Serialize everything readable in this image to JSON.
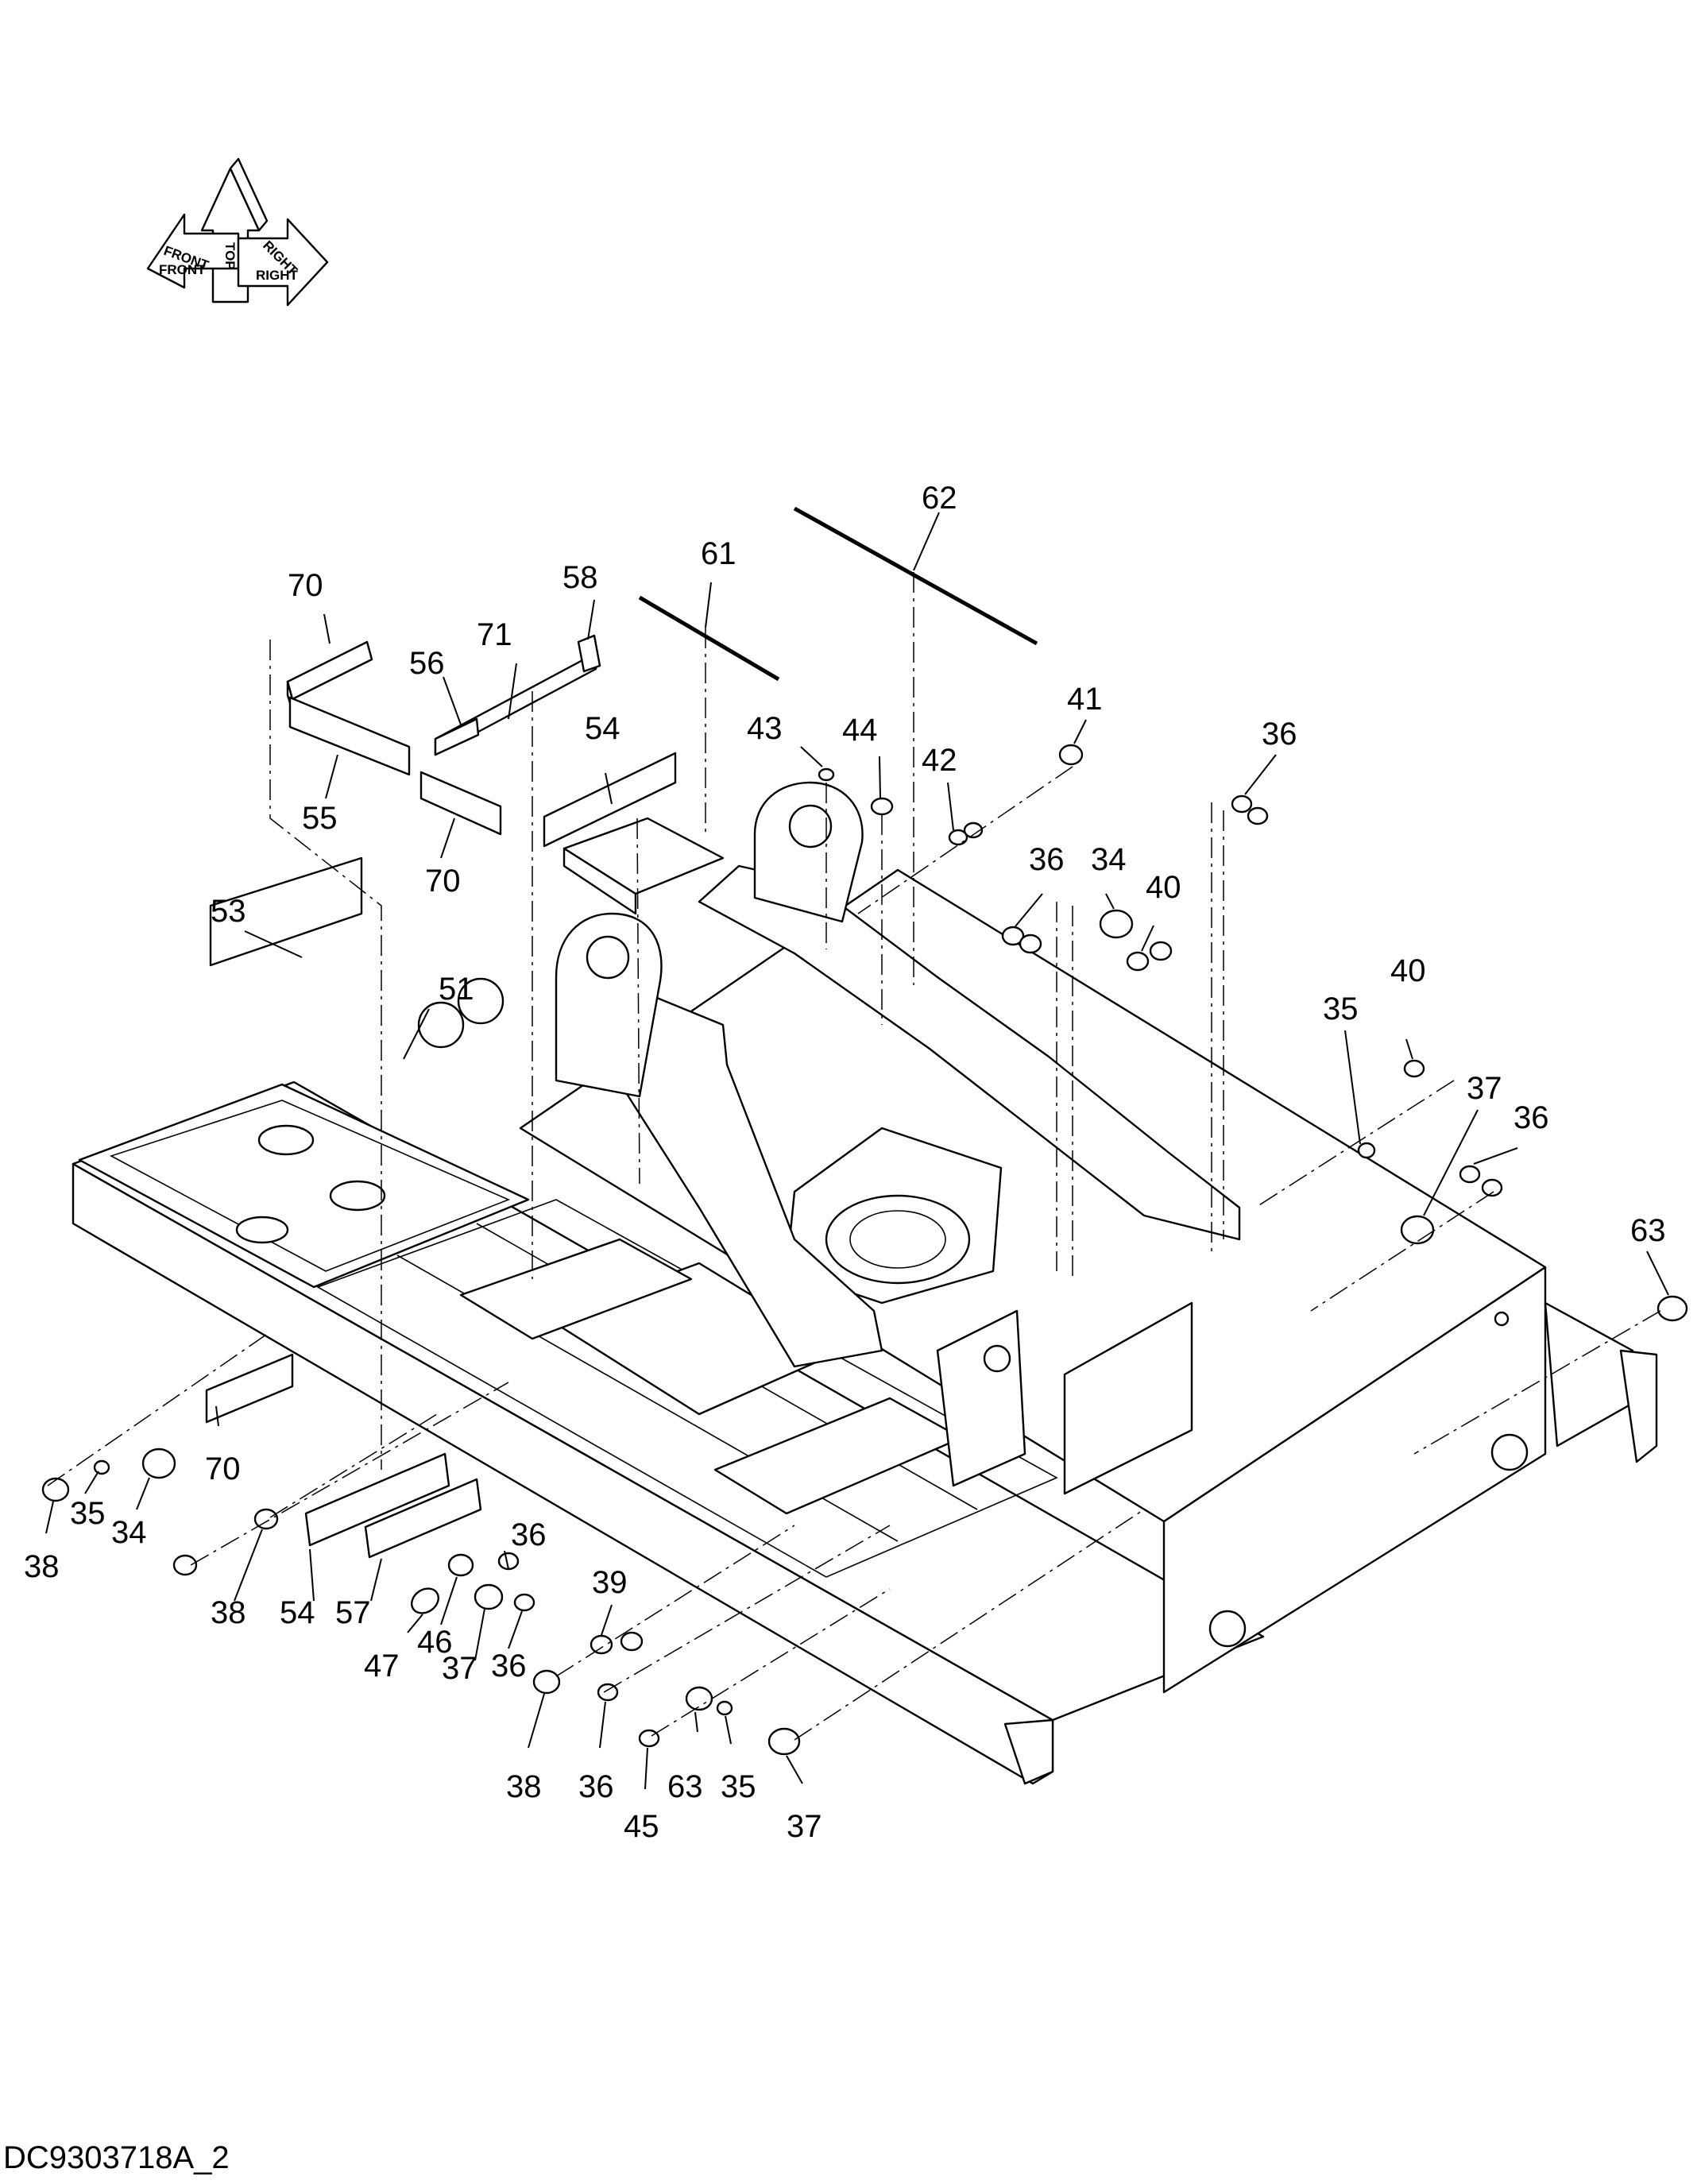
{
  "drawing_code": "DC9303718A_2",
  "orientation": {
    "icon": "direction-arrows-icon",
    "top": "TOP",
    "front": "FRONT",
    "right": "RIGHT"
  },
  "callouts": [
    {
      "id": "c-62",
      "label": "62"
    },
    {
      "id": "c-61",
      "label": "61"
    },
    {
      "id": "c-70a",
      "label": "70"
    },
    {
      "id": "c-58",
      "label": "58"
    },
    {
      "id": "c-71",
      "label": "71"
    },
    {
      "id": "c-56",
      "label": "56"
    },
    {
      "id": "c-55",
      "label": "55"
    },
    {
      "id": "c-70b",
      "label": "70"
    },
    {
      "id": "c-54a",
      "label": "54"
    },
    {
      "id": "c-43",
      "label": "43"
    },
    {
      "id": "c-44",
      "label": "44"
    },
    {
      "id": "c-42",
      "label": "42"
    },
    {
      "id": "c-41",
      "label": "41"
    },
    {
      "id": "c-36a",
      "label": "36"
    },
    {
      "id": "c-36b",
      "label": "36"
    },
    {
      "id": "c-34a",
      "label": "34"
    },
    {
      "id": "c-40a",
      "label": "40"
    },
    {
      "id": "c-53",
      "label": "53"
    },
    {
      "id": "c-51",
      "label": "51"
    },
    {
      "id": "c-40b",
      "label": "40"
    },
    {
      "id": "c-35a",
      "label": "35"
    },
    {
      "id": "c-37a",
      "label": "37"
    },
    {
      "id": "c-36c",
      "label": "36"
    },
    {
      "id": "c-63a",
      "label": "63"
    },
    {
      "id": "c-70c",
      "label": "70"
    },
    {
      "id": "c-34b",
      "label": "34"
    },
    {
      "id": "c-35b",
      "label": "35"
    },
    {
      "id": "c-38a",
      "label": "38"
    },
    {
      "id": "c-38b",
      "label": "38"
    },
    {
      "id": "c-54b",
      "label": "54"
    },
    {
      "id": "c-57",
      "label": "57"
    },
    {
      "id": "c-47",
      "label": "47"
    },
    {
      "id": "c-46",
      "label": "46"
    },
    {
      "id": "c-36d",
      "label": "36"
    },
    {
      "id": "c-37b",
      "label": "37"
    },
    {
      "id": "c-36e",
      "label": "36"
    },
    {
      "id": "c-39",
      "label": "39"
    },
    {
      "id": "c-38c",
      "label": "38"
    },
    {
      "id": "c-36f",
      "label": "36"
    },
    {
      "id": "c-63b",
      "label": "63"
    },
    {
      "id": "c-35c",
      "label": "35"
    },
    {
      "id": "c-45",
      "label": "45"
    },
    {
      "id": "c-37c",
      "label": "37"
    }
  ]
}
